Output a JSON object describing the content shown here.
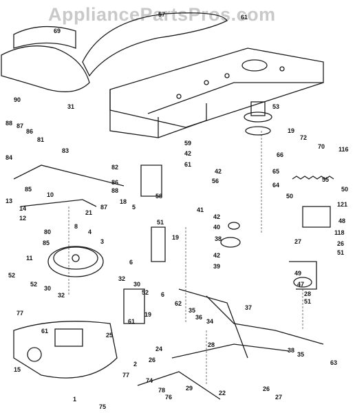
{
  "watermark": "AppliancePartsPros.com",
  "part_labels": [
    "57",
    "61",
    "69",
    "90",
    "31",
    "53",
    "19",
    "72",
    "70",
    "116",
    "88",
    "87",
    "86",
    "81",
    "83",
    "82",
    "59",
    "42",
    "61",
    "42",
    "56",
    "66",
    "65",
    "64",
    "55",
    "84",
    "85",
    "10",
    "86",
    "88",
    "87",
    "21",
    "58",
    "50",
    "50",
    "121",
    "13",
    "14",
    "12",
    "80",
    "8",
    "18",
    "5",
    "4",
    "3",
    "41",
    "42",
    "40",
    "48",
    "118",
    "27",
    "26",
    "51",
    "85",
    "11",
    "51",
    "19",
    "6",
    "38",
    "42",
    "39",
    "52",
    "52",
    "30",
    "32",
    "32",
    "30",
    "52",
    "62",
    "35",
    "36",
    "34",
    "37",
    "49",
    "47",
    "28",
    "51",
    "77",
    "61",
    "61",
    "19",
    "6",
    "25",
    "24",
    "26",
    "28",
    "38",
    "35",
    "63",
    "15",
    "2",
    "77",
    "74",
    "29",
    "22",
    "26",
    "27",
    "1",
    "78",
    "76",
    "75"
  ],
  "colors": {
    "line": "#1a1a1a",
    "watermark": "#c9c9c9"
  }
}
